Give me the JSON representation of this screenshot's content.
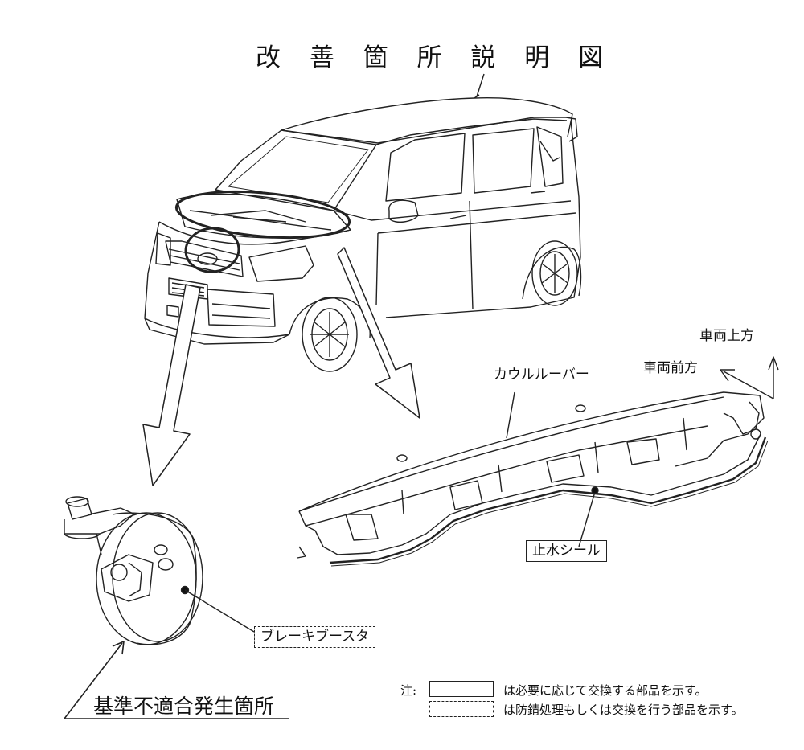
{
  "title": "改 善 箇 所 説 明 図",
  "labels": {
    "cowl_louver": "カウルルーバー",
    "vehicle_up": "車両上方",
    "vehicle_front": "車両前方",
    "water_seal": "止水シール",
    "brake_booster": "ブレーキブースタ",
    "nonconformity": "基準不適合発生箇所"
  },
  "notes": {
    "prefix": "注:",
    "solid": "は必要に応じて交換する部品を示す。",
    "dashed": "は防錆処理もしくは交換を行う部品を示す。"
  }
}
